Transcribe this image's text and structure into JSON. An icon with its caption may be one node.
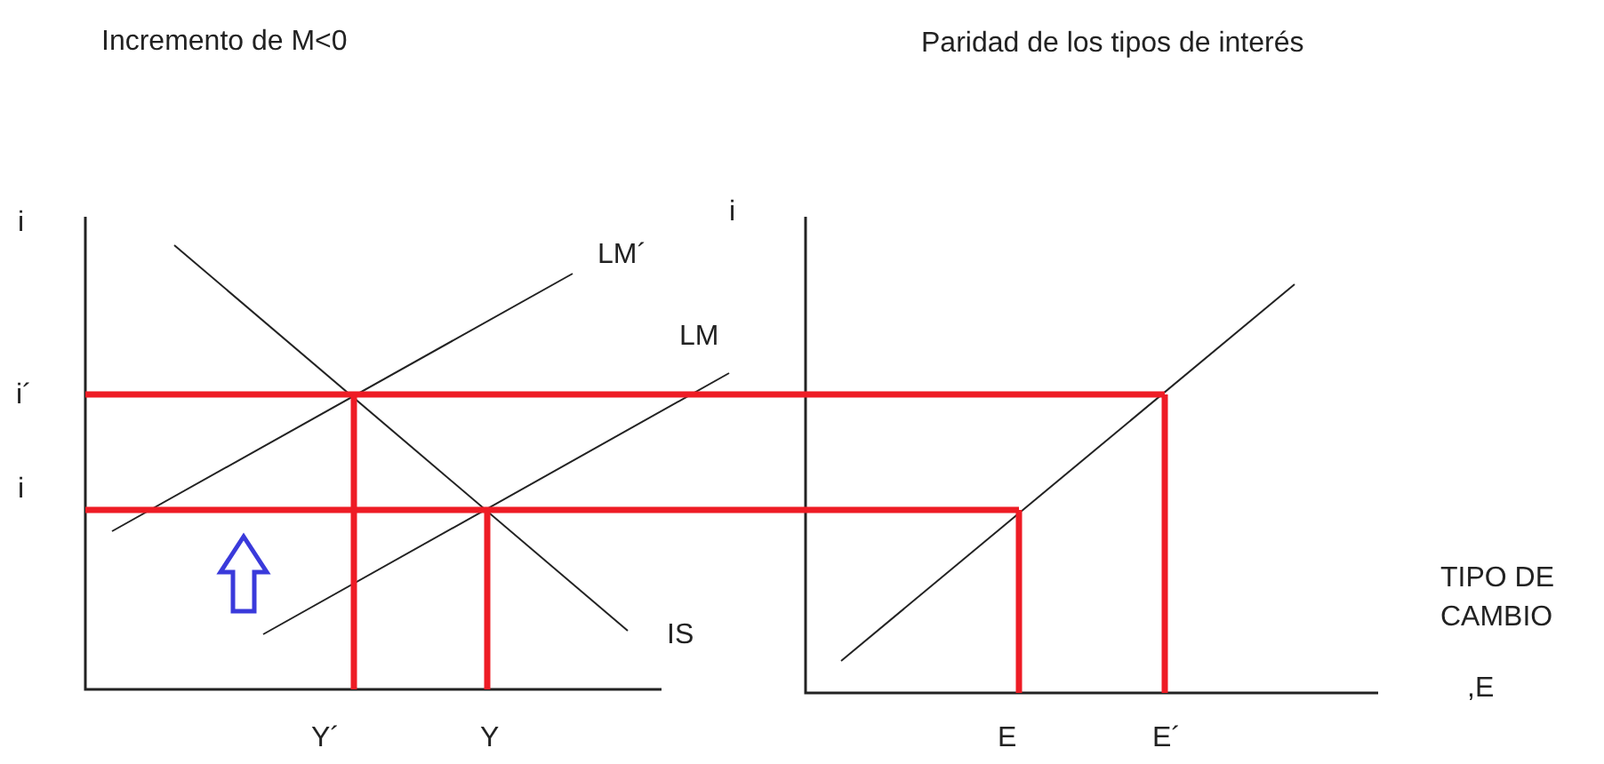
{
  "diagram": {
    "labels": [
      "Incremento de M<0",
      "Paridad de los tipos de interés",
      "i",
      "i",
      "LM´",
      "LM",
      "i´",
      "i",
      "IS",
      "TIPO DE CAMBIO",
      ",E",
      "Y´",
      "Y",
      "E",
      "E´"
    ]
  }
}
